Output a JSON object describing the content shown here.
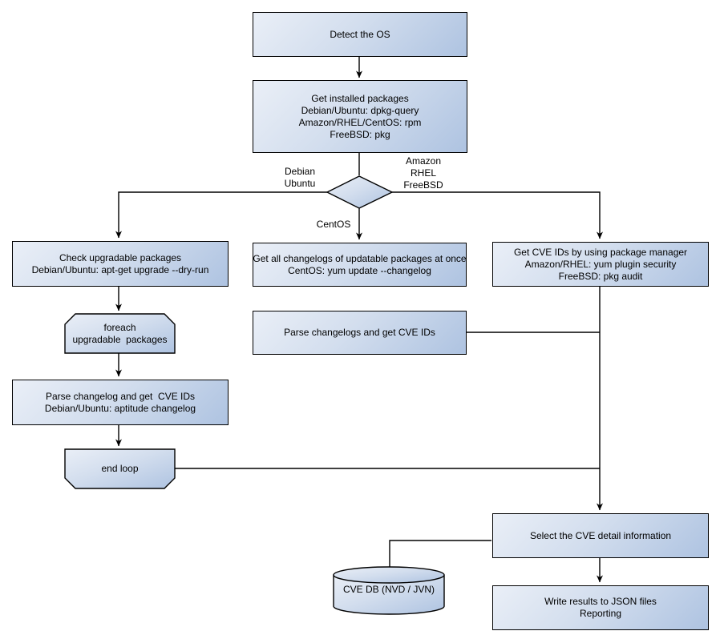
{
  "diagram": {
    "colors": {
      "background": "#ffffff",
      "node_fill_light": "#eaeff7",
      "node_fill_dark": "#aec3e1",
      "border": "#000000",
      "line": "#000000",
      "text": "#000000"
    },
    "nodes": {
      "detect_os": "Detect the OS",
      "get_installed_packages": "Get installed packages\nDebian/Ubuntu: dpkg-query\nAmazon/RHEL/CentOS: rpm\nFreeBSD: pkg",
      "check_upgradable": "Check upgradable packages\nDebian/Ubuntu: apt-get upgrade --dry-run",
      "foreach_loop": "foreach\nupgradable  packages",
      "parse_changelog_debian": "Parse changelog and get  CVE IDs\nDebian/Ubuntu: aptitude changelog",
      "end_loop": "end loop",
      "get_all_changelogs": "Get all changelogs of updatable packages at once\nCentOS: yum update --changelog",
      "parse_changelogs_centos": "Parse changelogs and get CVE IDs",
      "get_cve_ids_pkg_manager": "Get CVE IDs by using package manager\nAmazon/RHEL: yum plugin security\nFreeBSD: pkg audit",
      "select_cve_detail": "Select the CVE detail information",
      "cve_db": "CVE DB (NVD / JVN)",
      "write_results": "Write results to JSON files\nReporting"
    },
    "edge_labels": {
      "left_branch": "Debian\nUbuntu",
      "right_branch": "Amazon\nRHEL\nFreeBSD",
      "down_branch": "CentOS"
    }
  }
}
